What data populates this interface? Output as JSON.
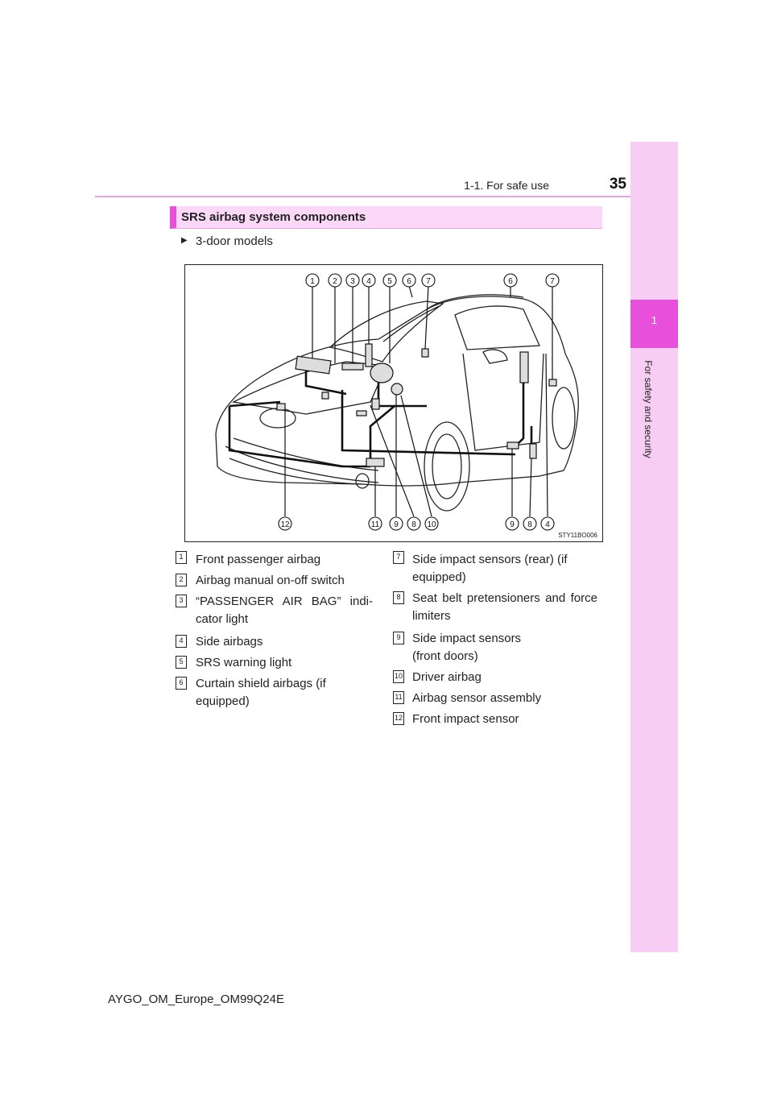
{
  "header": {
    "section": "1-1. For safe use",
    "page_number": "35"
  },
  "side_tab": {
    "chapter_number": "1",
    "chapter_title": "For safety and security"
  },
  "section_title": "SRS airbag system components",
  "bullet": "3-door models",
  "diagram": {
    "code": "STY11BO006",
    "top_callouts": [
      "1",
      "2",
      "3",
      "4",
      "5",
      "6",
      "7",
      "6",
      "7"
    ],
    "bottom_callouts": [
      "12",
      "11",
      "9",
      "8",
      "10",
      "9",
      "8",
      "4"
    ]
  },
  "legend_left": [
    {
      "num": "1",
      "text": "Front passenger airbag"
    },
    {
      "num": "2",
      "text": "Airbag manual on-off switch"
    },
    {
      "num": "3",
      "text": "“PASSENGER AIR BAG” indi-cator light"
    },
    {
      "num": "4",
      "text": "Side airbags"
    },
    {
      "num": "5",
      "text": "SRS warning light"
    },
    {
      "num": "6",
      "text": "Curtain shield airbags (if equipped)"
    }
  ],
  "legend_right": [
    {
      "num": "7",
      "text": "Side impact sensors (rear) (if equipped)"
    },
    {
      "num": "8",
      "text": "Seat belt pretensioners and force limiters"
    },
    {
      "num": "9",
      "text": "Side impact sensors (front doors)"
    },
    {
      "num": "10",
      "text": "Driver airbag"
    },
    {
      "num": "11",
      "text": "Airbag sensor assembly"
    },
    {
      "num": "12",
      "text": "Front impact sensor"
    }
  ],
  "footer": "AYGO_OM_Europe_OM99Q24E"
}
